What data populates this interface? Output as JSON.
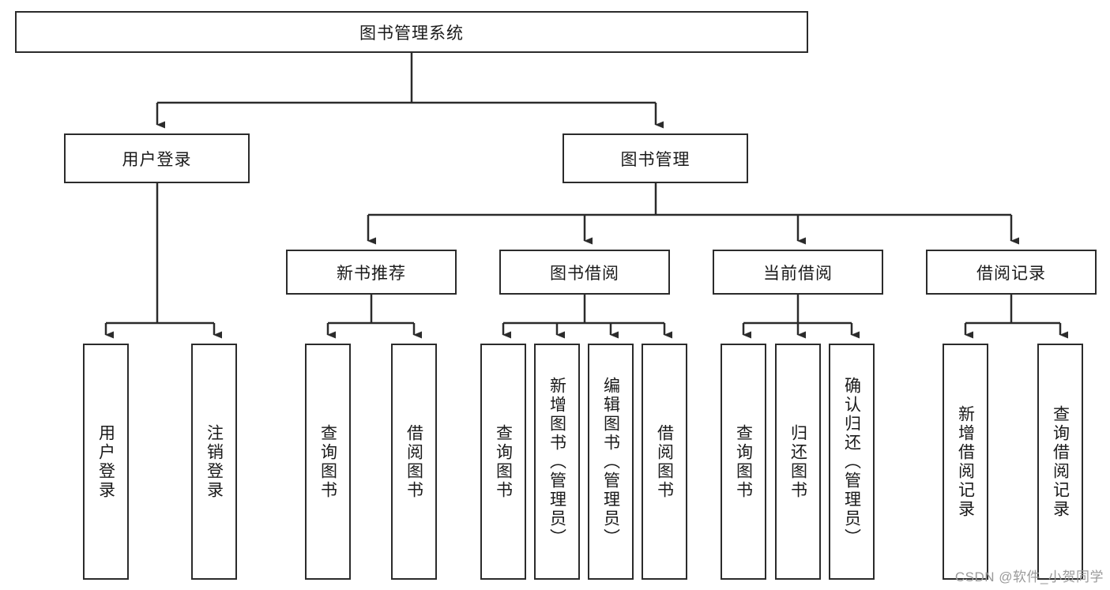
{
  "diagram": {
    "title": "图书管理系统",
    "type": "tree",
    "watermark": "CSDN @软件_小贺同学",
    "colors": {
      "stroke": "#2b2b2b",
      "fill": "#ffffff",
      "text": "#1a1a1a",
      "watermark": "#9a9a9a"
    },
    "root": {
      "label": "图书管理系统"
    },
    "level2": [
      {
        "label": "用户登录"
      },
      {
        "label": "图书管理"
      }
    ],
    "level3": [
      {
        "label": "新书推荐"
      },
      {
        "label": "图书借阅"
      },
      {
        "label": "当前借阅"
      },
      {
        "label": "借阅记录"
      }
    ],
    "leaves": {
      "user_login": [
        {
          "label": "用户登录"
        },
        {
          "label": "注销登录"
        }
      ],
      "new_book_recommend": [
        {
          "label": "查询图书"
        },
        {
          "label": "借阅图书"
        }
      ],
      "book_borrow": [
        {
          "label": "查询图书"
        },
        {
          "label": "新增图书（管理员）"
        },
        {
          "label": "编辑图书（管理员）"
        },
        {
          "label": "借阅图书"
        }
      ],
      "current_borrow": [
        {
          "label": "查询图书"
        },
        {
          "label": "归还图书"
        },
        {
          "label": "确认归还（管理员）"
        }
      ],
      "borrow_records": [
        {
          "label": "新增借阅记录"
        },
        {
          "label": "查询借阅记录"
        }
      ]
    }
  }
}
